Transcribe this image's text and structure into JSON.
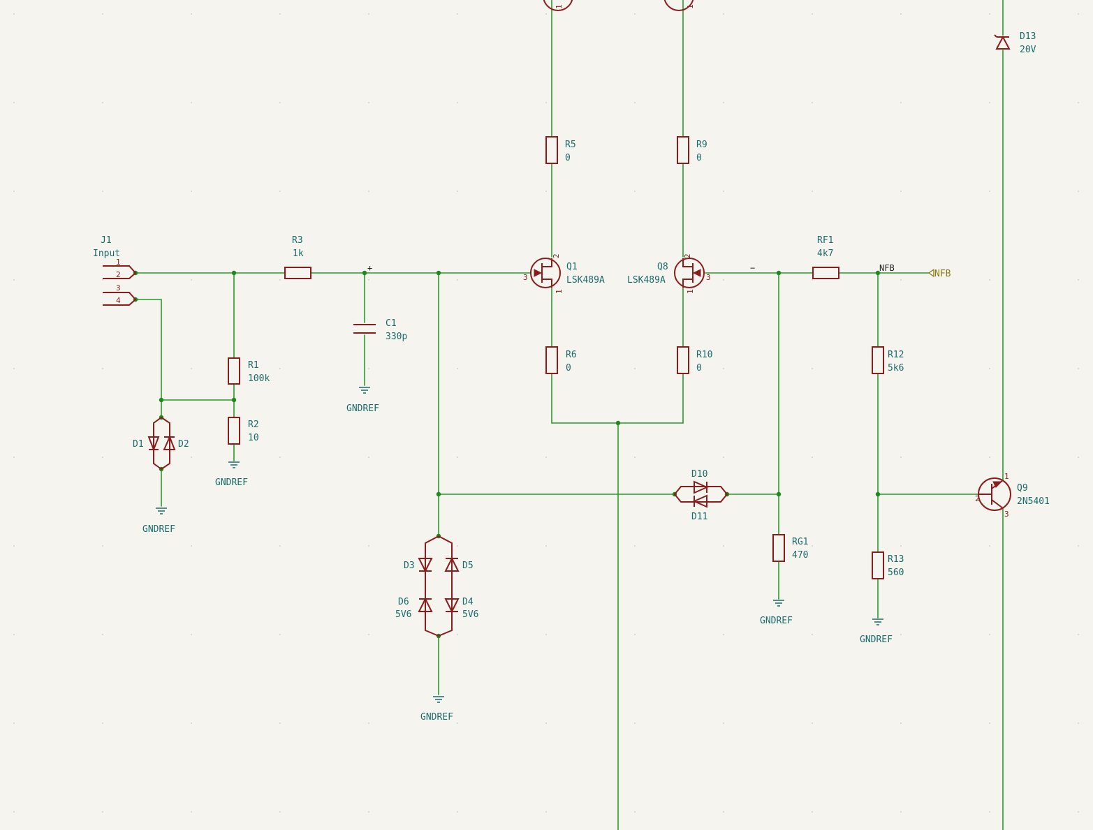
{
  "components": {
    "J1": {
      "ref": "J1",
      "value": "Input",
      "pins": [
        "1",
        "2",
        "3",
        "4"
      ]
    },
    "R1": {
      "ref": "R1",
      "value": "100k"
    },
    "R2": {
      "ref": "R2",
      "value": "10"
    },
    "R3": {
      "ref": "R3",
      "value": "1k"
    },
    "R5": {
      "ref": "R5",
      "value": "0"
    },
    "R6": {
      "ref": "R6",
      "value": "0"
    },
    "R9": {
      "ref": "R9",
      "value": "0"
    },
    "R10": {
      "ref": "R10",
      "value": "0"
    },
    "R12": {
      "ref": "R12",
      "value": "5k6"
    },
    "R13": {
      "ref": "R13",
      "value": "560"
    },
    "RF1": {
      "ref": "RF1",
      "value": "4k7"
    },
    "RG1": {
      "ref": "RG1",
      "value": "470"
    },
    "C1": {
      "ref": "C1",
      "value": "330p"
    },
    "Q1": {
      "ref": "Q1",
      "value": "LSK489A"
    },
    "Q8": {
      "ref": "Q8",
      "value": "LSK489A"
    },
    "Q9": {
      "ref": "Q9",
      "value": "2N5401"
    },
    "D1": {
      "ref": "D1"
    },
    "D2": {
      "ref": "D2"
    },
    "D3": {
      "ref": "D3"
    },
    "D4": {
      "ref": "D4",
      "value": "5V6"
    },
    "D5": {
      "ref": "D5"
    },
    "D6": {
      "ref": "D6",
      "value": "5V6"
    },
    "D10": {
      "ref": "D10"
    },
    "D11": {
      "ref": "D11"
    },
    "D13": {
      "ref": "D13",
      "value": "20V"
    }
  },
  "ground_label": "GNDREF",
  "net_labels": {
    "nfb": "NFB",
    "plus": "+",
    "minus": "−"
  },
  "global_labels": {
    "nfb": "NFB"
  },
  "pin_numbers": {
    "one": "1",
    "two": "2",
    "three": "3"
  },
  "colors": {
    "wire": "#2a9a2a",
    "component": "#8a1c1c",
    "text": "#1a6b6b",
    "global_label": "#8a7a10",
    "background": "#f5f4ef"
  }
}
